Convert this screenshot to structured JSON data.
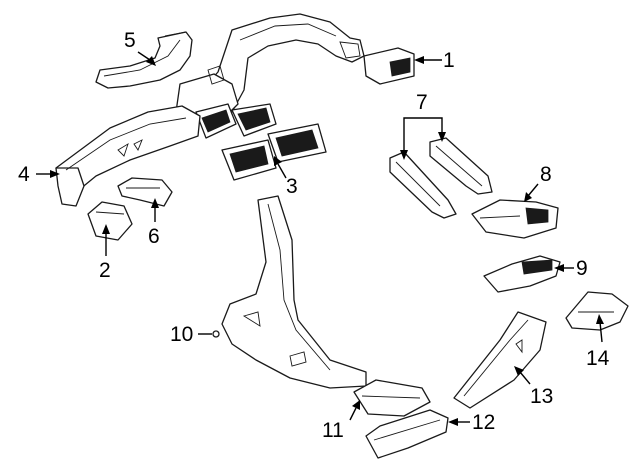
{
  "colors": {
    "line": "#1a1a1a",
    "background": "#ffffff"
  },
  "callouts": [
    {
      "id": "1",
      "text": "1"
    },
    {
      "id": "2",
      "text": "2"
    },
    {
      "id": "3",
      "text": "3"
    },
    {
      "id": "4",
      "text": "4"
    },
    {
      "id": "5",
      "text": "5"
    },
    {
      "id": "6",
      "text": "6"
    },
    {
      "id": "7",
      "text": "7"
    },
    {
      "id": "8",
      "text": "8"
    },
    {
      "id": "9",
      "text": "9"
    },
    {
      "id": "10",
      "text": "10"
    },
    {
      "id": "11",
      "text": "11"
    },
    {
      "id": "12",
      "text": "12"
    },
    {
      "id": "13",
      "text": "13"
    },
    {
      "id": "14",
      "text": "14"
    }
  ]
}
